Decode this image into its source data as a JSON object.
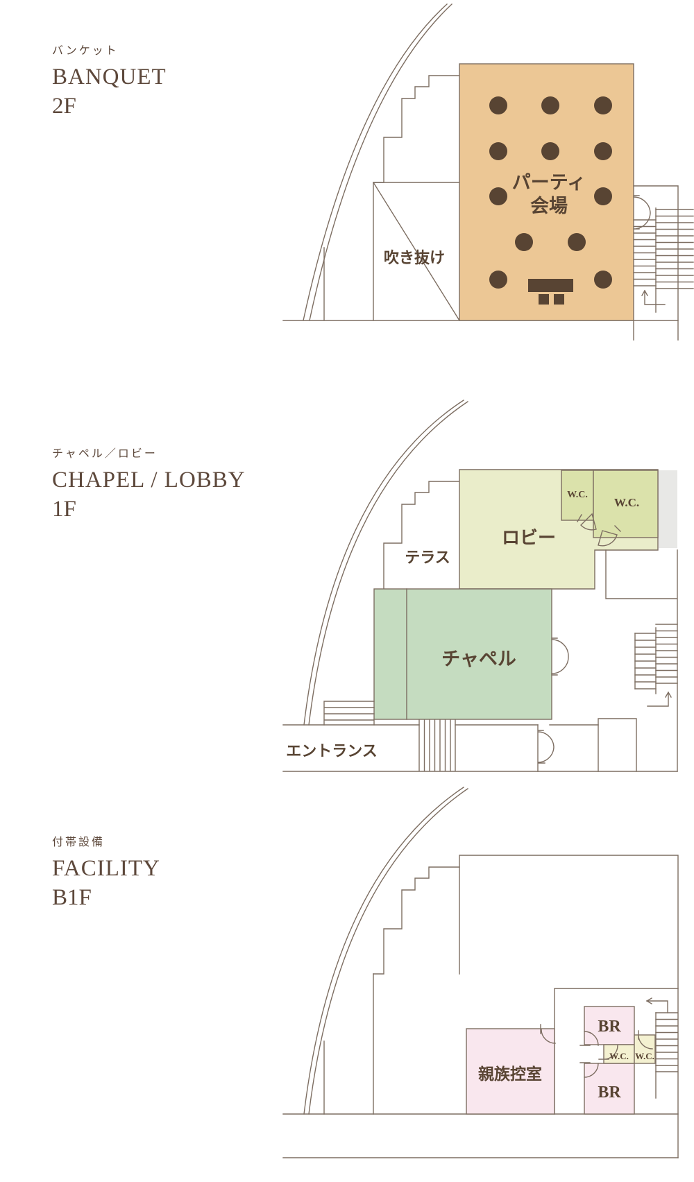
{
  "colors": {
    "background": "#ffffff",
    "line": "#7d6e62",
    "title_text": "#5d483b",
    "label_text": "#584433",
    "party_room": "#ecc795",
    "table": "#584433",
    "lobby": "#eaedca",
    "wc_green": "#dbe2ab",
    "chapel": "#c5dcc0",
    "gray_block": "#e8e8e6",
    "pink_room": "#f9e7ee",
    "wc_yellow": "#f4f1d1"
  },
  "floors": [
    {
      "name_ja": "バンケット",
      "name_en": "BANQUET",
      "level": "2F",
      "rooms": {
        "party_line1": "パーティ",
        "party_line2": "会場",
        "atrium": "吹き抜け"
      }
    },
    {
      "name_ja": "チャペル／ロビー",
      "name_en": "CHAPEL / LOBBY",
      "level": "1F",
      "rooms": {
        "lobby": "ロビー",
        "terrace": "テラス",
        "chapel": "チャペル",
        "entrance": "エントランス",
        "wc_left": "W.C.",
        "wc_right": "W.C."
      }
    },
    {
      "name_ja": "付帯設備",
      "name_en": "FACILITY",
      "level": "B1F",
      "rooms": {
        "family": "親族控室",
        "br_top": "BR",
        "br_bottom": "BR",
        "wc_left": "W.C.",
        "wc_right": "W.C."
      }
    }
  ]
}
